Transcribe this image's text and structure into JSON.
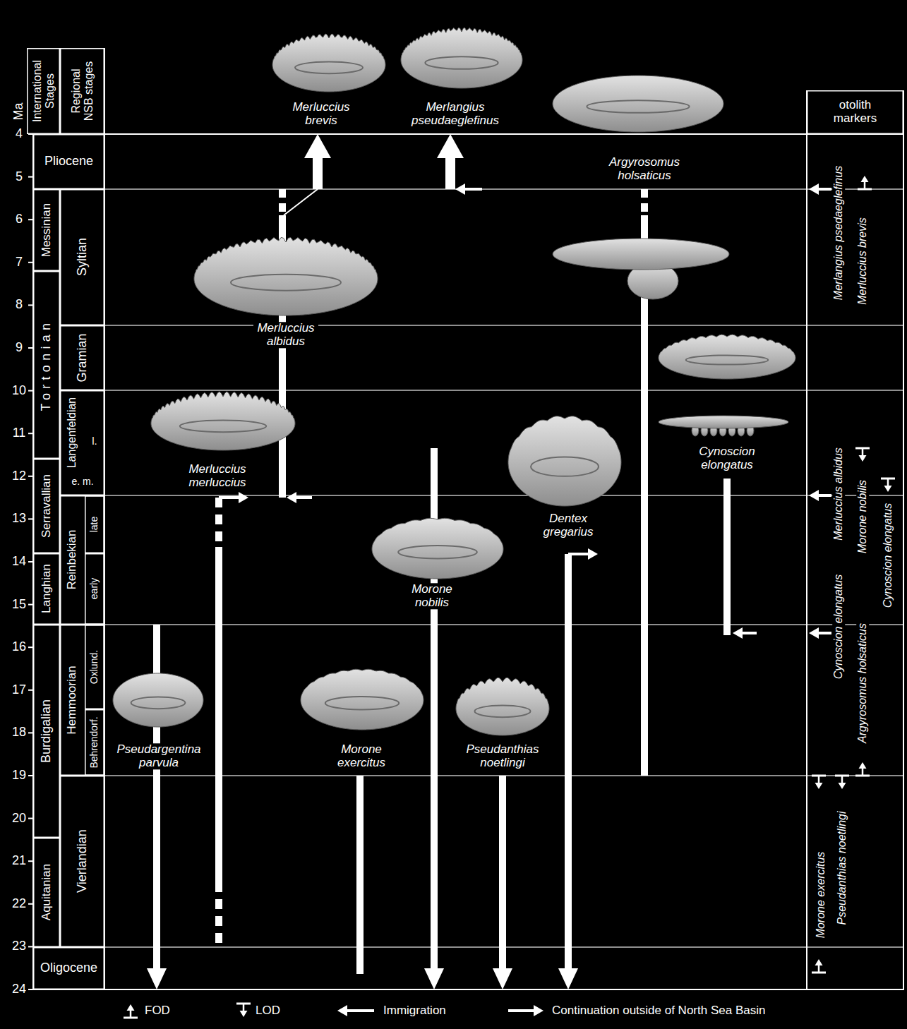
{
  "diagram": {
    "nodes": [
      {
        "text": [
          "International Stages"
        ]
      },
      {
        "text": [
          "Regional NSB stages"
        ]
      },
      {
        "text": [
          "otolith markers"
        ]
      },
      {
        "text": [
          "Pliocene"
        ]
      },
      {
        "text": [
          "Messinian"
        ]
      },
      {
        "text": [
          "Tortonian"
        ]
      },
      {
        "text": [
          "Serravallian"
        ]
      },
      {
        "text": [
          "Langhian"
        ]
      },
      {
        "text": [
          "Burdigalian"
        ]
      },
      {
        "text": [
          "Aquitanian"
        ]
      },
      {
        "text": [
          "Oligocene"
        ]
      },
      {
        "text": [
          "Syltian"
        ]
      },
      {
        "text": [
          "Gramian"
        ]
      },
      {
        "text": [
          "Langenfeldian",
          "l.",
          "e. m."
        ]
      },
      {
        "text": [
          "Reinbekian"
        ]
      },
      {
        "text": [
          "late"
        ],
        "in": 14
      },
      {
        "text": [
          "early"
        ],
        "in": 14
      },
      {
        "text": [
          "Hemmoorian"
        ]
      },
      {
        "text": [
          "Oxlund."
        ],
        "in": 17
      },
      {
        "text": [
          "Behrendorf."
        ],
        "in": 17
      },
      {
        "text": [
          "Vierlandian"
        ]
      }
    ],
    "labels": [
      "Ma",
      "4",
      "5",
      "6",
      "7",
      "8",
      "9",
      "10",
      "11",
      "12",
      "13",
      "14",
      "15",
      "16",
      "17",
      "18",
      "19",
      "20",
      "21",
      "22",
      "23",
      "24",
      "Merluccius brevis",
      "Merlangius pseudaeglefinus",
      "Argyrosomus holsaticus",
      "Merluccius albidus",
      "Cynoscion elongatus",
      "Merluccius merluccius",
      "Dentex gregarius",
      "Morone nobilis",
      "Pseudargentina parvula",
      "Morone exercitus",
      "Pseudanthias noetlingi",
      "Merlangius psedaeglefinus",
      "Merluccius brevis",
      "Merluccius albidus",
      "Morone nobilis",
      "Cynoscion elongatus",
      "Cynoscion elongatus",
      "Argyrosomus holsaticus",
      "Morone exercitus",
      "Pseudanthias noetlingi"
    ],
    "legend": [
      {
        "text": "FOD"
      },
      {
        "text": "LOD"
      },
      {
        "text": "Immigration"
      },
      {
        "text": "Continuation outside of North Sea Basin"
      }
    ]
  }
}
